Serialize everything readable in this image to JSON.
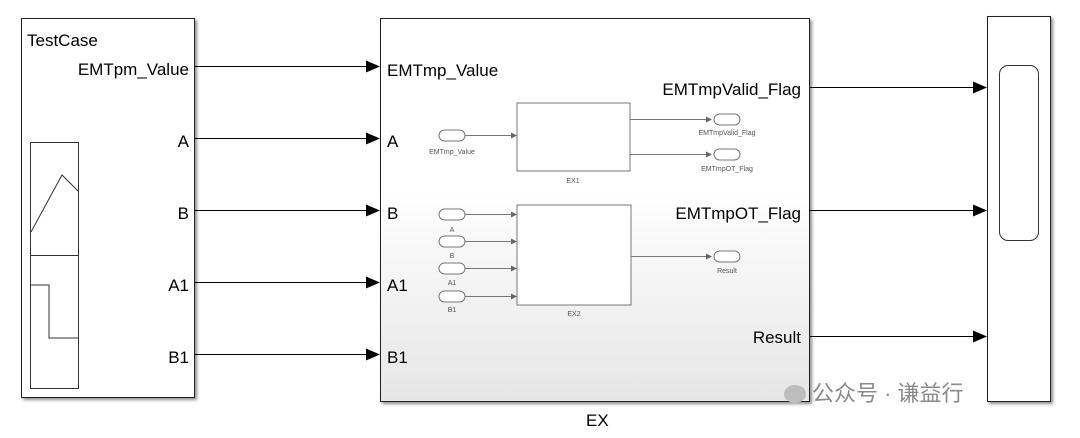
{
  "testcase_block": {
    "title": "TestCase",
    "outputs": [
      "EMTpm_Value",
      "A",
      "B",
      "A1",
      "B1"
    ]
  },
  "ex_block": {
    "name": "EX",
    "inputs": [
      "EMTmp_Value",
      "A",
      "B",
      "A1",
      "B1"
    ],
    "outputs": [
      "EMTmpValid_Flag",
      "EMTmpOT_Flag",
      "Result"
    ],
    "preview": {
      "ex1": {
        "name": "EX1",
        "inport": "EMTmp_Value",
        "outports": [
          "EMTmpValid_Flag",
          "EMTmpOT_Flag"
        ]
      },
      "ex2": {
        "name": "EX2",
        "inports": [
          "A",
          "B",
          "A1",
          "B1"
        ],
        "outport": "Result"
      }
    }
  },
  "watermark": {
    "text": "公众号 · 谦益行",
    "logo_icon": "wechat-icon"
  }
}
